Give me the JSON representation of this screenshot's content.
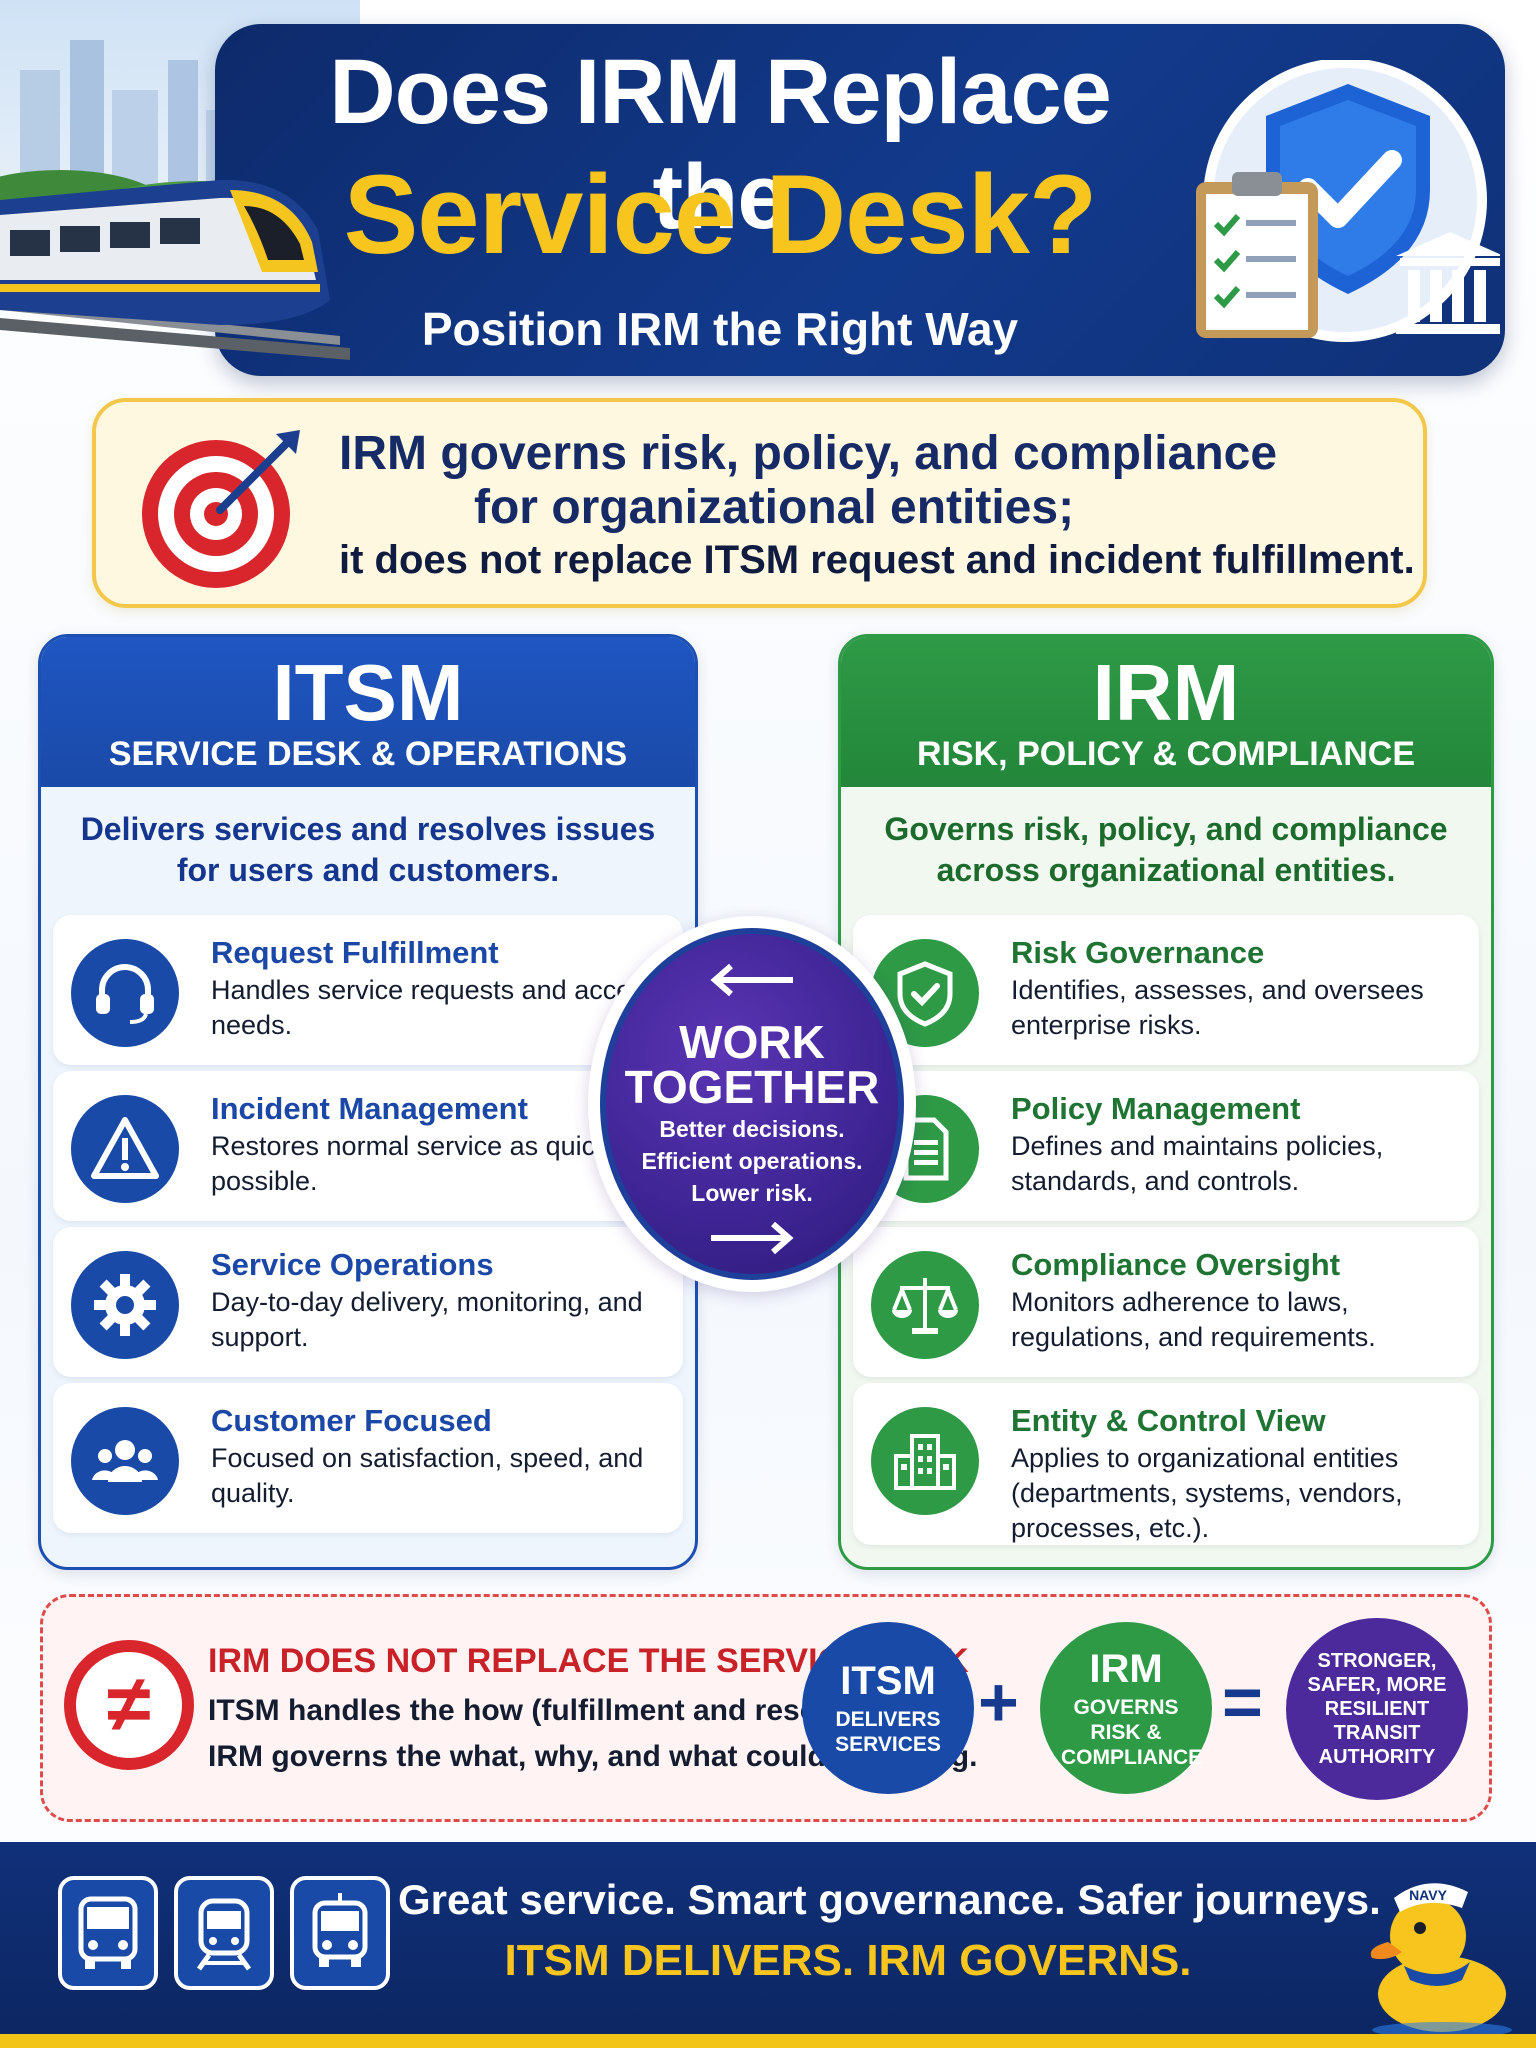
{
  "header": {
    "title_line1": "Does IRM Replace the",
    "title_line2": "Service Desk?",
    "subtitle": "Position IRM the Right Way"
  },
  "statement": {
    "line1": "IRM governs risk, policy, and compliance",
    "line2": "for organizational entities;",
    "line3": "it does not replace ITSM request and incident fulfillment."
  },
  "itsm": {
    "title": "ITSM",
    "subtitle": "SERVICE DESK & OPERATIONS",
    "description": "Delivers services and resolves issues for users and customers.",
    "items": [
      {
        "title": "Request Fulfillment",
        "text": "Handles service requests and access needs.",
        "icon": "headset-icon"
      },
      {
        "title": "Incident Management",
        "text": "Restores normal service as quickly as possible.",
        "icon": "warning-icon"
      },
      {
        "title": "Service Operations",
        "text": "Day-to-day delivery, monitoring, and support.",
        "icon": "gear-icon"
      },
      {
        "title": "Customer Focused",
        "text": "Focused on satisfaction, speed, and quality.",
        "icon": "users-icon"
      }
    ]
  },
  "irm": {
    "title": "IRM",
    "subtitle": "RISK, POLICY & COMPLIANCE",
    "description": "Governs risk, policy, and compliance across organizational entities.",
    "items": [
      {
        "title": "Risk Governance",
        "text": "Identifies, assesses, and oversees enterprise risks.",
        "icon": "shield-check-icon"
      },
      {
        "title": "Policy Management",
        "text": "Defines and maintains policies, standards, and controls.",
        "icon": "document-icon"
      },
      {
        "title": "Compliance Oversight",
        "text": "Monitors adherence to laws, regulations, and requirements.",
        "icon": "scales-icon"
      },
      {
        "title": "Entity & Control View",
        "text": "Applies to organizational entities (departments, systems, vendors, processes, etc.).",
        "icon": "building-icon"
      }
    ]
  },
  "center": {
    "line1": "WORK",
    "line2": "TOGETHER",
    "taglines": [
      "Better decisions.",
      "Efficient operations.",
      "Lower risk."
    ]
  },
  "not_replace": {
    "title": "IRM DOES NOT REPLACE THE SERVICE DESK",
    "line1": "ITSM handles the how (fulfillment and resolution).",
    "line2": "IRM governs the what, why, and what could go wrong.",
    "symbol": "≠"
  },
  "equation": {
    "itsm_big": "ITSM",
    "itsm_small": "DELIVERS SERVICES",
    "plus": "+",
    "irm_big": "IRM",
    "irm_small": "GOVERNS RISK & COMPLIANCE",
    "equals": "=",
    "result": "STRONGER, SAFER, MORE RESILIENT TRANSIT AUTHORITY"
  },
  "footer": {
    "line1": "Great service. Smart governance. Safer journeys.",
    "line2": "ITSM DELIVERS. IRM GOVERNS.",
    "vehicles": [
      "bus-icon",
      "train-icon",
      "tram-icon"
    ],
    "mascot_hat": "NAVY"
  },
  "colors": {
    "navy": "#10307a",
    "itsm_blue": "#1a4aa8",
    "irm_green": "#2e9a46",
    "accent_yellow": "#f7c51e",
    "alert_red": "#d8262c",
    "purple": "#4c2a9c"
  }
}
